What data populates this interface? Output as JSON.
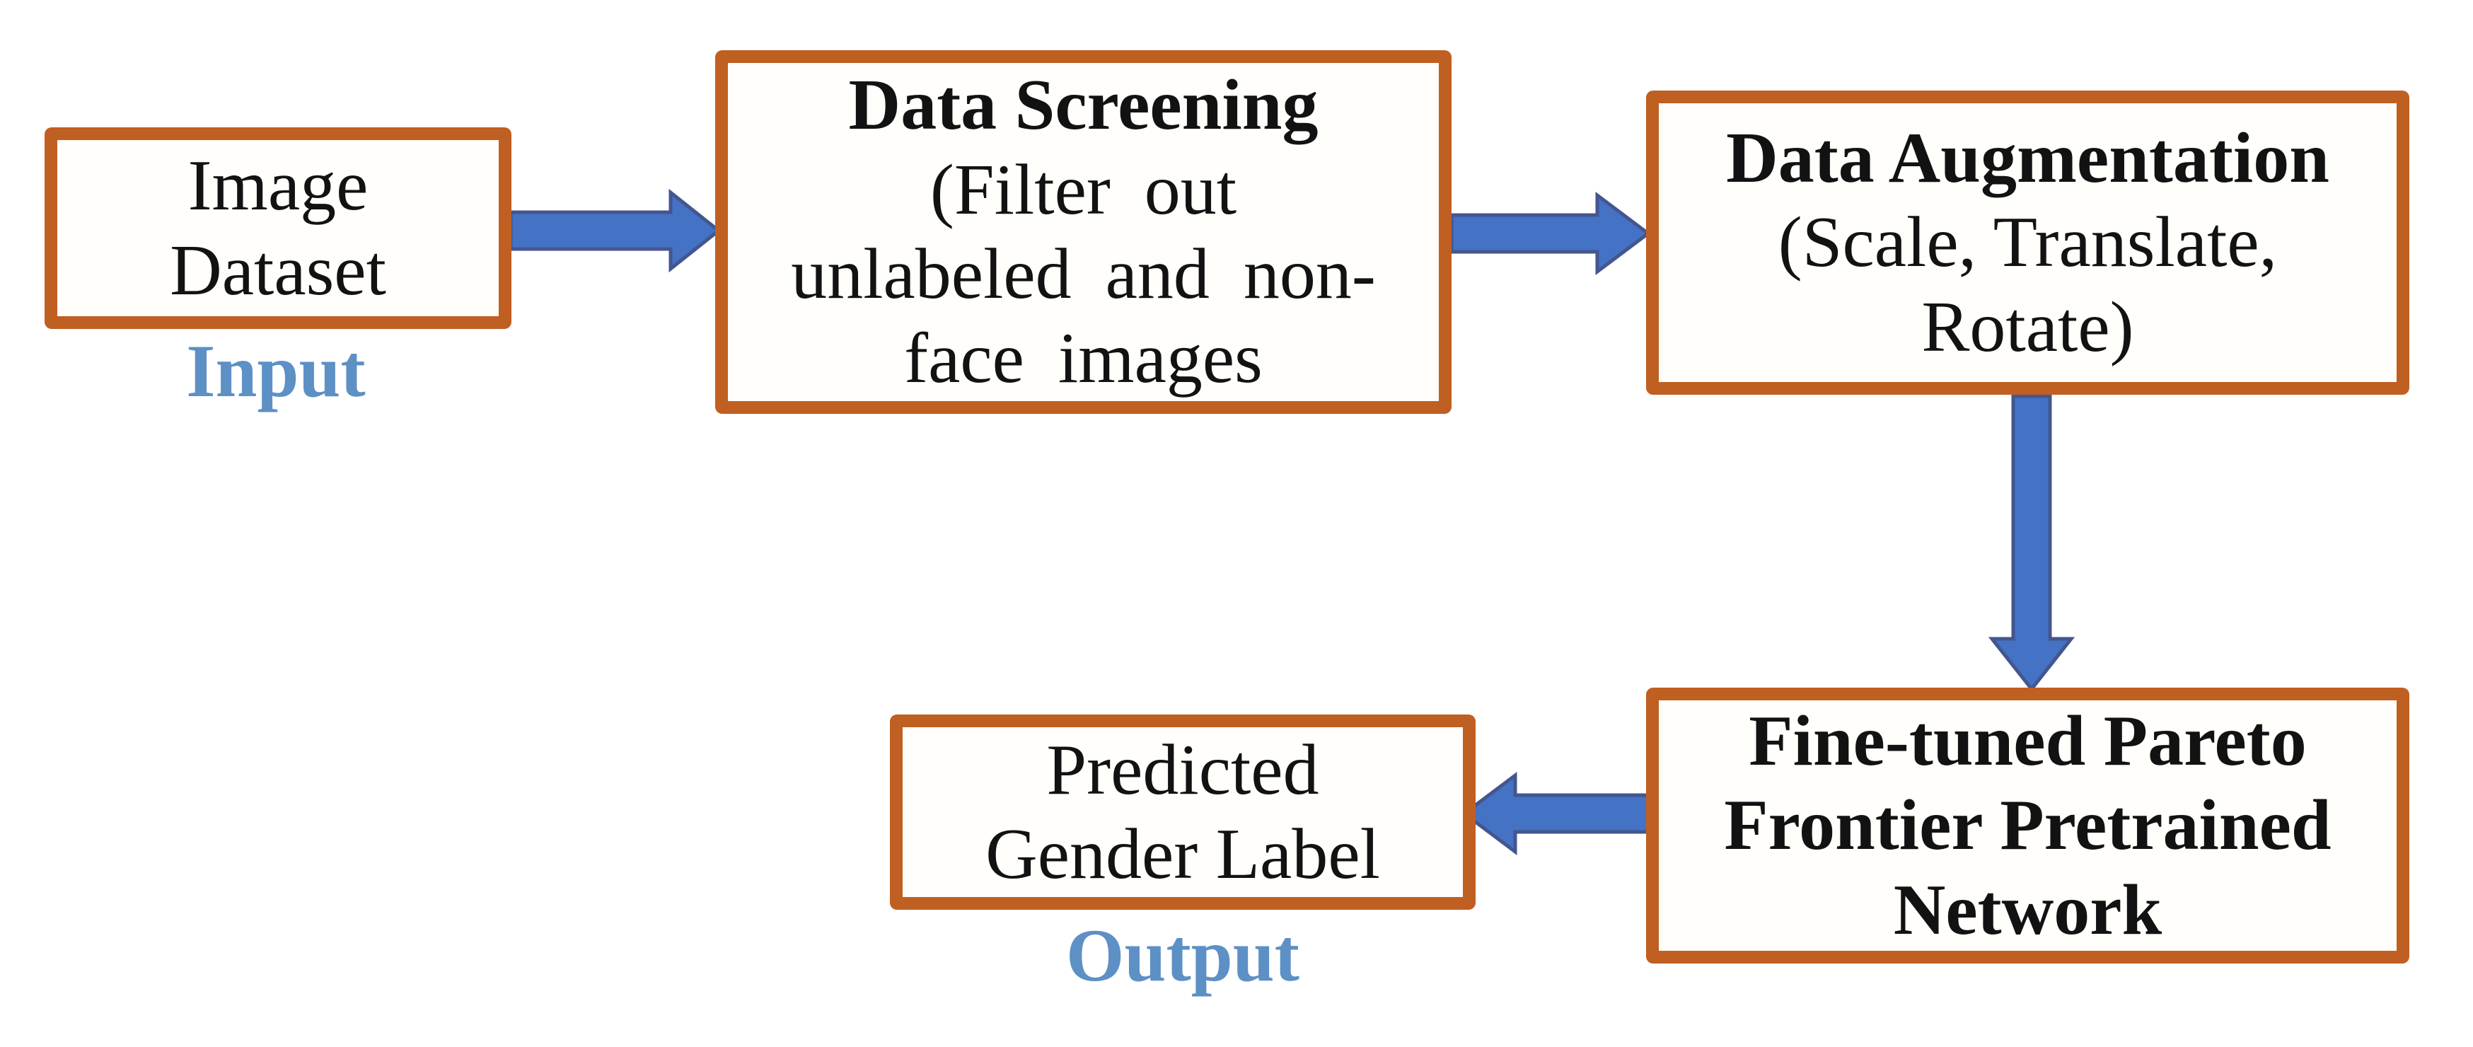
{
  "diagram": {
    "boxes": [
      {
        "name": "image-dataset",
        "title": "",
        "body": "Image\nDataset"
      },
      {
        "name": "data-screening",
        "title": "Data Screening",
        "body": "(Filter out\nunlabeled and non-\nface images"
      },
      {
        "name": "data-augmentation",
        "title": "Data Augmentation",
        "body": "(Scale, Translate,\nRotate)"
      },
      {
        "name": "fine-tuned-network",
        "title": "Fine-tuned Pareto\nFrontier Pretrained\nNetwork",
        "body": ""
      },
      {
        "name": "predicted-gender-label",
        "title": "",
        "body": "Predicted\nGender Label"
      }
    ],
    "labels": {
      "input": "Input",
      "output": "Output"
    },
    "arrows": [
      {
        "from": "Image Dataset",
        "to": "Data Screening",
        "direction": "right"
      },
      {
        "from": "Data Screening",
        "to": "Data Augmentation",
        "direction": "right"
      },
      {
        "from": "Data Augmentation",
        "to": "Fine-tuned Pareto Frontier Pretrained Network",
        "direction": "down"
      },
      {
        "from": "Fine-tuned Pareto Frontier Pretrained Network",
        "to": "Predicted Gender Label",
        "direction": "left"
      }
    ],
    "colors": {
      "box_border": "#C05F22",
      "box_fill": "#FFFEFB",
      "arrow_fill": "#4472C4",
      "arrow_stroke": "#44568F",
      "io_label": "#5D90C5",
      "text": "#121212",
      "background": "#FFFFFF"
    }
  }
}
